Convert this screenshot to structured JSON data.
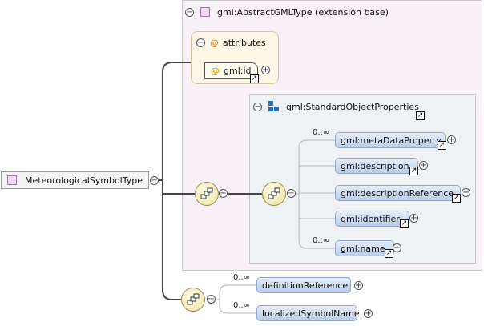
{
  "root": {
    "label": "MeteorologicalSymbolType"
  },
  "extension": {
    "label": "gml:AbstractGMLType (extension base)"
  },
  "attributes": {
    "title": "attributes",
    "title_symbol": "@",
    "item_symbol": "@",
    "item": "gml:id"
  },
  "standard": {
    "label": "gml:StandardObjectProperties"
  },
  "standard_elements": [
    {
      "label": "gml:metaDataProperty",
      "cardinality": "0..∞"
    },
    {
      "label": "gml:description",
      "cardinality": ""
    },
    {
      "label": "gml:descriptionReference",
      "cardinality": ""
    },
    {
      "label": "gml:identifier",
      "cardinality": ""
    },
    {
      "label": "gml:name",
      "cardinality": "0..∞"
    }
  ],
  "own_elements": [
    {
      "label": "definitionReference",
      "cardinality": "0..∞"
    },
    {
      "label": "localizedSymbolName",
      "cardinality": "0..∞"
    }
  ],
  "symbols": {
    "collapse": "−",
    "expand": "+",
    "link": "↗"
  },
  "colors": {
    "outer_panel": "#f8f2f8",
    "standard_panel": "#eff2f5",
    "attribute_panel": "#fdf5e6",
    "element_box": "#c9d8ee",
    "sequence_node": "#ece3a6",
    "wire": "#444444"
  }
}
